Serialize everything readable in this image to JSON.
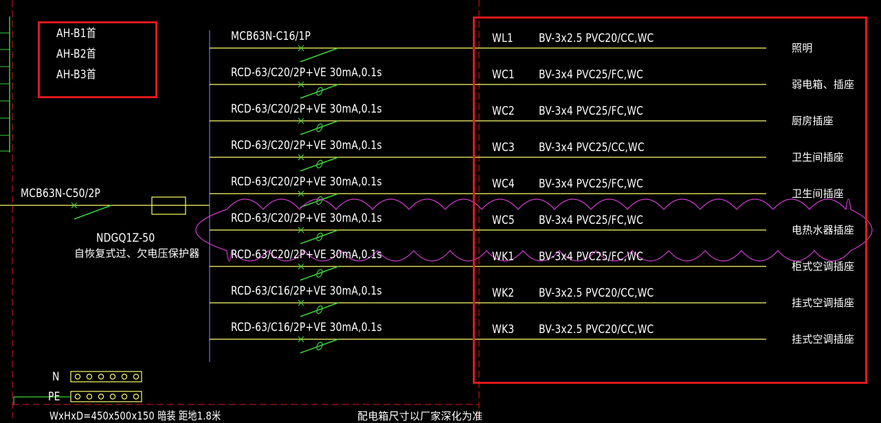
{
  "colors": {
    "background": "#000000",
    "wire": "#ffff6e",
    "breaker": "#3cd23c",
    "busbar": "#7070ff",
    "revision_cloud": "#d23cd2",
    "highlight_box": "#e0191f",
    "dashed_border": "#e0191f"
  },
  "boxes": [
    "AH-B1首",
    "AH-B2首",
    "AH-B3首"
  ],
  "main_breaker": {
    "label": "MCB63N-C50/2P",
    "protector_model": "NDGQ1Z-50",
    "protector_desc": "自恢复式过、欠电压保护器"
  },
  "circuits": [
    {
      "breaker": "MCB63N-C16/1P",
      "id": "WL1",
      "cable": "BV-3x2.5  PVC20/CC,WC",
      "use": "照明"
    },
    {
      "breaker": "RCD-63/C20/2P+VE 30mA,0.1s",
      "id": "WC1",
      "cable": "BV-3x4  PVC25/FC,WC",
      "use": "弱电箱、插座"
    },
    {
      "breaker": "RCD-63/C20/2P+VE 30mA,0.1s",
      "id": "WC2",
      "cable": "BV-3x4  PVC25/FC,WC",
      "use": "厨房插座"
    },
    {
      "breaker": "RCD-63/C20/2P+VE 30mA,0.1s",
      "id": "WC3",
      "cable": "BV-3x4  PVC25/CC,WC",
      "use": "卫生间插座"
    },
    {
      "breaker": "RCD-63/C20/2P+VE 30mA,0.1s",
      "id": "WC4",
      "cable": "BV-3x4  PVC25/FC,WC",
      "use": "卫生间插座"
    },
    {
      "breaker": "RCD-63/C20/2P+VE 30mA,0.1s",
      "id": "WC5",
      "cable": "BV-3x4  PVC25/FC,WC",
      "use": "电热水器插座"
    },
    {
      "breaker": "RCD-63/C20/2P+VE 30mA,0.1s",
      "id": "WK1",
      "cable": "BV-3x4  PVC25/FC,WC",
      "use": "柜式空调插座"
    },
    {
      "breaker": "RCD-63/C16/2P+VE 30mA,0.1s",
      "id": "WK2",
      "cable": "BV-3x2.5  PVC20/CC,WC",
      "use": "挂式空调插座"
    },
    {
      "breaker": "RCD-63/C16/2P+VE 30mA,0.1s",
      "id": "WK3",
      "cable": "BV-3x2.5  PVC20/CC,WC",
      "use": "挂式空调插座"
    }
  ],
  "terminals": {
    "n": "N",
    "pe": "PE"
  },
  "footer": {
    "dimensions": "WxHxD=450x500x150  暗装 距地1.8米",
    "note": "配电箱尺寸以厂家深化为准"
  }
}
